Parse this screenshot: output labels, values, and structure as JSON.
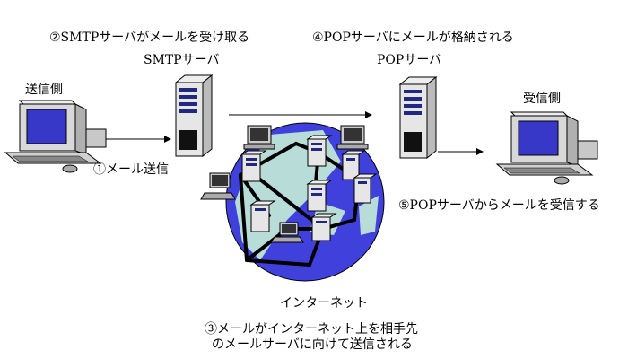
{
  "labels": {
    "smtp_receive": "②SMTPサーバがメールを受け取る",
    "smtp_server": "SMTPサーバ",
    "pop_store": "④POPサーバにメールが格納される",
    "pop_server": "POPサーバ",
    "sender": "送信側",
    "receiver": "受信側",
    "send_mail": "①メール送信",
    "pop_receive": "⑤POPサーバからメールを受信する",
    "internet": "インターネット",
    "transfer_line1": "③メールがインターネット上を相手先",
    "transfer_line2": "のメールサーバに向けて送信される"
  },
  "colors": {
    "globe": "#4040dd",
    "land": "#b8dcd8",
    "screen": "#3838c8",
    "case": "#d8d8d8",
    "stripe": "#202880"
  }
}
